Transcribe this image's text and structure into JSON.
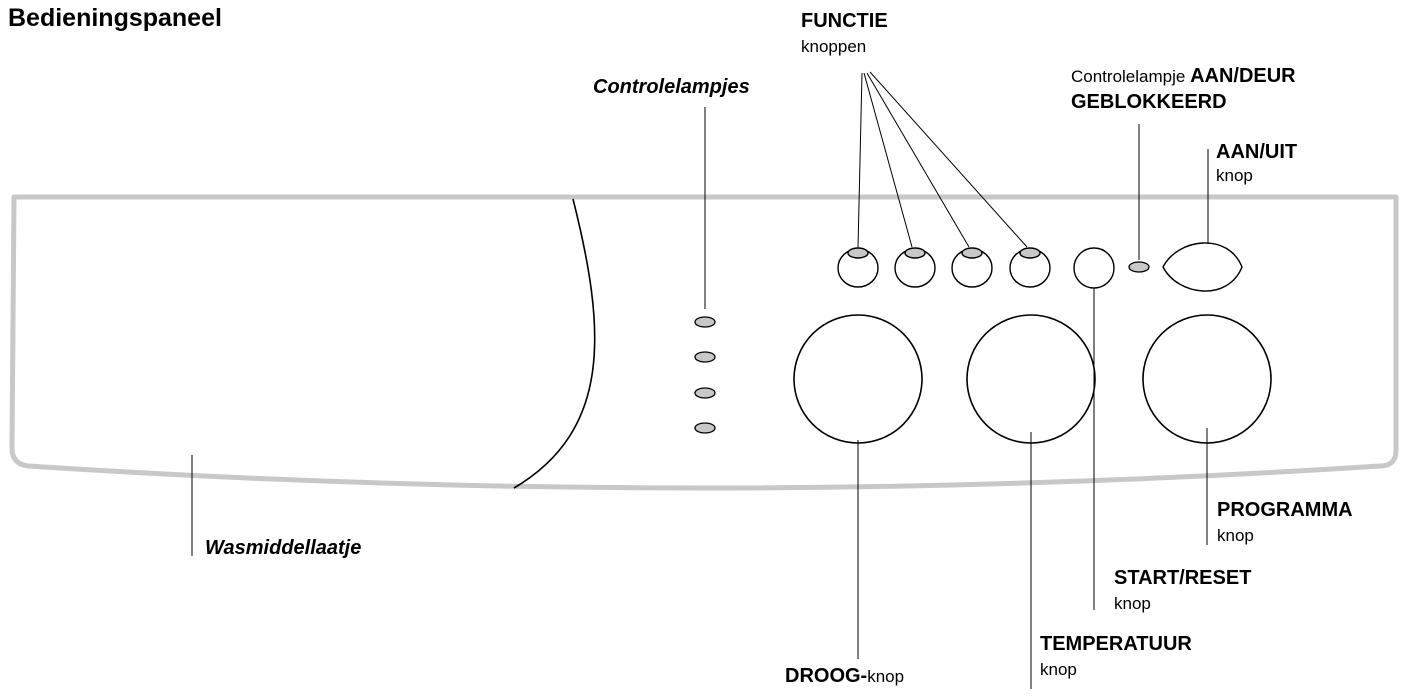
{
  "title": "Bedieningspaneel",
  "labels": {
    "functie_bold": "FUNCTIE",
    "functie_sub": "knoppen",
    "controlelampjes": "Controlelampjes",
    "aan_deur_prefix": "Controlelampje ",
    "aan_deur_bold": "AAN/DEUR",
    "geblokkeerd": "GEBLOKKEERD",
    "aan_uit_bold": "AAN/UIT",
    "aan_uit_sub": "knop",
    "wasmiddellaatje": "Wasmiddellaatje",
    "programma_bold": "PROGRAMMA",
    "programma_sub": "knop",
    "start_reset_bold": "START/RESET",
    "start_reset_sub": "knop",
    "temperatuur_bold": "TEMPERATUUR",
    "temperatuur_sub": "knop",
    "droog_bold": "DROOG-",
    "droog_sub": "knop"
  },
  "colors": {
    "panel_outline": "#c8c8c8",
    "indicator_fill": "#c8c8c8",
    "line": "#000000"
  }
}
